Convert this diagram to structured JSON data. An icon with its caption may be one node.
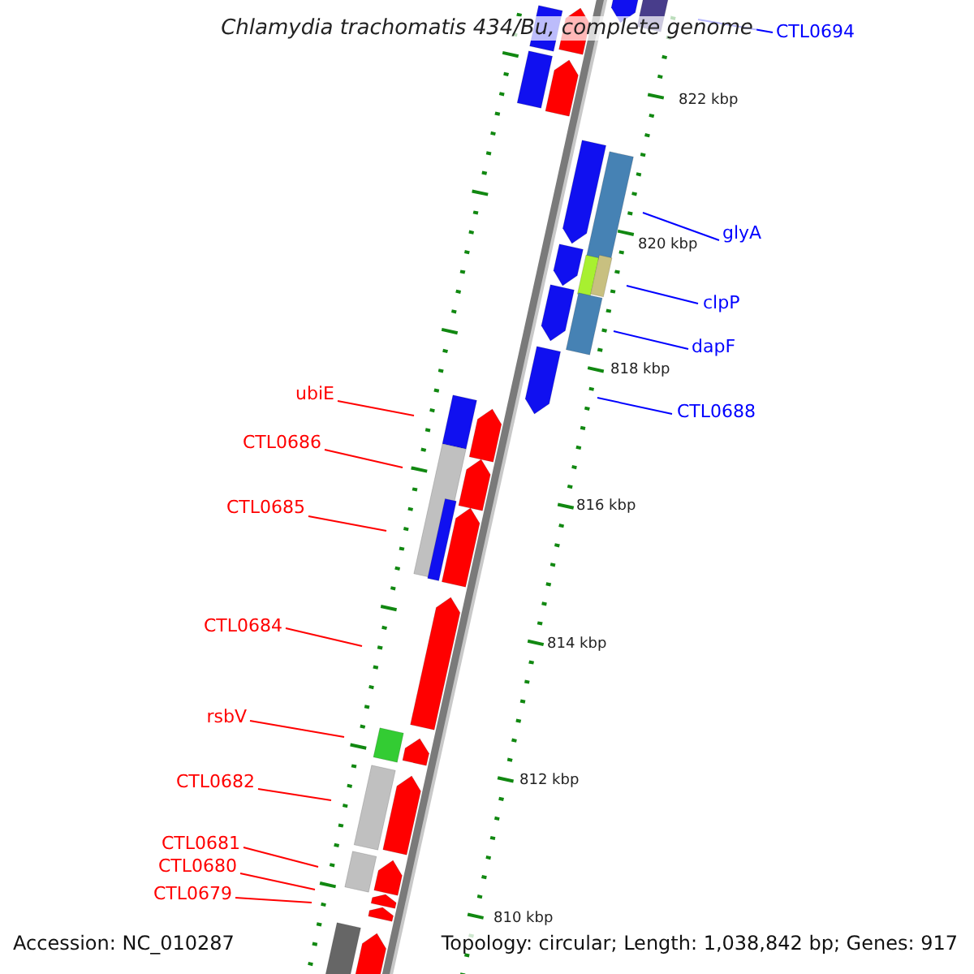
{
  "diagram": {
    "title": "Chlamydia trachomatis 434/Bu, complete genome",
    "nodes": [
      {
        "text": [
          "CTL0694"
        ]
      },
      {
        "text": [
          "glyA"
        ]
      },
      {
        "text": [
          "clpP"
        ]
      },
      {
        "text": [
          "dapF"
        ]
      },
      {
        "text": [
          "CTL0688"
        ]
      },
      {
        "text": [
          "ubiE"
        ]
      },
      {
        "text": [
          "CTL0686"
        ]
      },
      {
        "text": [
          "CTL0685"
        ]
      },
      {
        "text": [
          "CTL0684"
        ]
      },
      {
        "text": [
          "rsbV"
        ]
      },
      {
        "text": [
          "CTL0682"
        ]
      },
      {
        "text": [
          "CTL0681"
        ]
      },
      {
        "text": [
          "CTL0680"
        ]
      },
      {
        "text": [
          "CTL0679"
        ]
      }
    ],
    "edges": [
      {
        "from": 0,
        "to": null,
        "arrow": "none",
        "color": "#0000ff"
      },
      {
        "from": 1,
        "to": null,
        "arrow": "none",
        "color": "#0000ff"
      },
      {
        "from": 2,
        "to": null,
        "arrow": "none",
        "color": "#0000ff"
      },
      {
        "from": 3,
        "to": null,
        "arrow": "none",
        "color": "#0000ff"
      },
      {
        "from": 4,
        "to": null,
        "arrow": "none",
        "color": "#0000ff"
      },
      {
        "from": 5,
        "to": null,
        "arrow": "none"
      },
      {
        "from": 6,
        "to": null,
        "arrow": "none"
      },
      {
        "from": 7,
        "to": null,
        "arrow": "none"
      },
      {
        "from": 8,
        "to": null,
        "arrow": "none"
      },
      {
        "from": 9,
        "to": null,
        "arrow": "none"
      },
      {
        "from": 10,
        "to": null,
        "arrow": "none"
      },
      {
        "from": 11,
        "to": null,
        "arrow": "none"
      },
      {
        "from": 12,
        "to": null,
        "arrow": "none"
      },
      {
        "from": 13,
        "to": null,
        "arrow": "none"
      }
    ],
    "labels": [
      "822 kbp",
      "820 kbp",
      "818 kbp",
      "816 kbp",
      "814 kbp",
      "812 kbp",
      "810 kbp",
      "Accession: NC_010287",
      "Topology: circular; Length: 1,038,842 bp; Genes: 917"
    ]
  }
}
